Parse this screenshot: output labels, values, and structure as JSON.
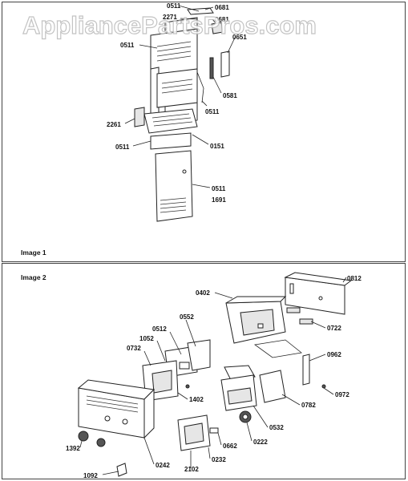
{
  "watermark": "AppliancePartsPros.com",
  "image1": {
    "title": "Image 1",
    "labels": {
      "p0511_top": "0511",
      "p0681": "0681",
      "p2271": "2271",
      "p0681_b": "0681",
      "p0511_a": "0511",
      "p0651": "0651",
      "p0581": "0581",
      "p0511_b": "0511",
      "p2261": "2261",
      "p0511_c": "0511",
      "p0151": "0151",
      "p0511_d": "0511",
      "p1691": "1691"
    }
  },
  "image2": {
    "title": "Image 2",
    "labels": {
      "p0812": "0812",
      "p0402": "0402",
      "p0722": "0722",
      "p0552": "0552",
      "p0512": "0512",
      "p1052": "1052",
      "p0732": "0732",
      "p0962": "0962",
      "p1402": "1402",
      "p0972": "0972",
      "p0782": "0782",
      "p0532": "0532",
      "p0222": "0222",
      "p0662": "0662",
      "p0232": "0232",
      "p1392": "1392",
      "p0242": "0242",
      "p2102": "2102",
      "p1092": "1092"
    }
  }
}
